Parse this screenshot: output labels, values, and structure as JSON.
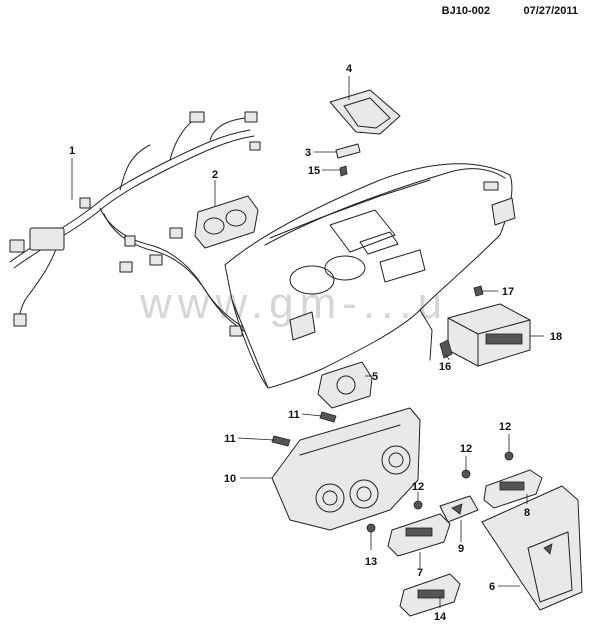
{
  "header": {
    "code": "BJ10-002",
    "date": "07/27/2011"
  },
  "watermark": "www.gm-...u",
  "callouts": [
    {
      "id": "c1",
      "label": "1"
    },
    {
      "id": "c2",
      "label": "2"
    },
    {
      "id": "c3",
      "label": "3"
    },
    {
      "id": "c4",
      "label": "4"
    },
    {
      "id": "c5",
      "label": "5"
    },
    {
      "id": "c6",
      "label": "6"
    },
    {
      "id": "c7",
      "label": "7"
    },
    {
      "id": "c8",
      "label": "8"
    },
    {
      "id": "c9",
      "label": "9"
    },
    {
      "id": "c10",
      "label": "10"
    },
    {
      "id": "c11a",
      "label": "11"
    },
    {
      "id": "c11b",
      "label": "11"
    },
    {
      "id": "c12a",
      "label": "12"
    },
    {
      "id": "c12b",
      "label": "12"
    },
    {
      "id": "c12c",
      "label": "12"
    },
    {
      "id": "c13",
      "label": "13"
    },
    {
      "id": "c14",
      "label": "14"
    },
    {
      "id": "c15",
      "label": "15"
    },
    {
      "id": "c16",
      "label": "16"
    },
    {
      "id": "c17",
      "label": "17"
    },
    {
      "id": "c18",
      "label": "18"
    }
  ]
}
